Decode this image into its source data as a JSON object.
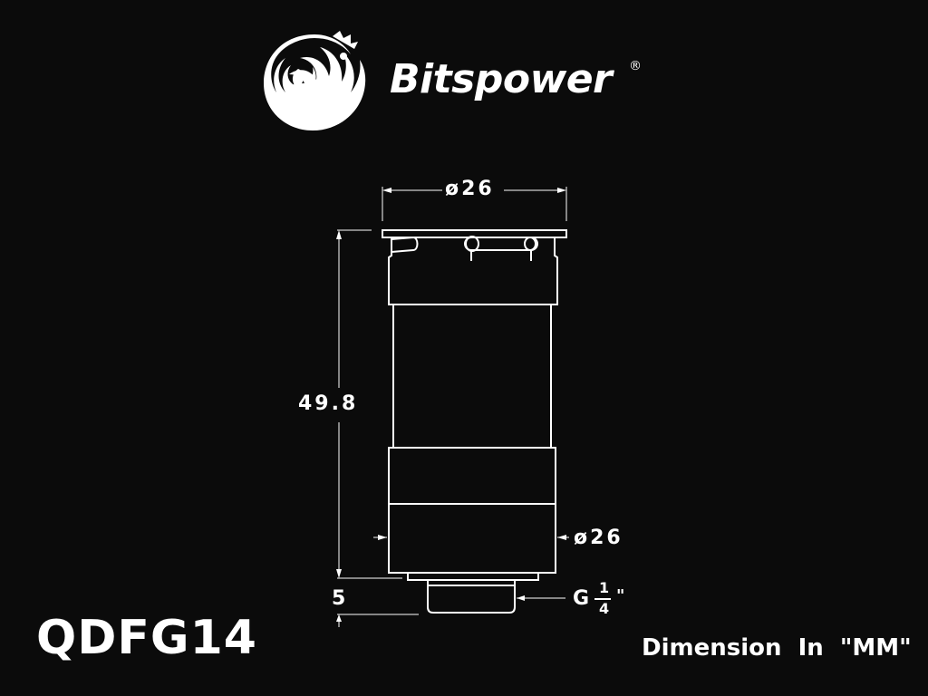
{
  "brand": {
    "name": "Bitspower",
    "registered_mark": "®"
  },
  "dimensions": {
    "top_diameter": "ø26",
    "height": "49.8",
    "bottom_diameter": "ø26",
    "thread_length": "5",
    "thread": {
      "prefix": "G",
      "numerator": "1",
      "denominator": "4",
      "suffix": "\""
    }
  },
  "model_code": "QDFG14",
  "unit_note": "Dimension  In  \"MM\"",
  "colors": {
    "background": "#0b0b0b",
    "foreground": "#ffffff"
  }
}
